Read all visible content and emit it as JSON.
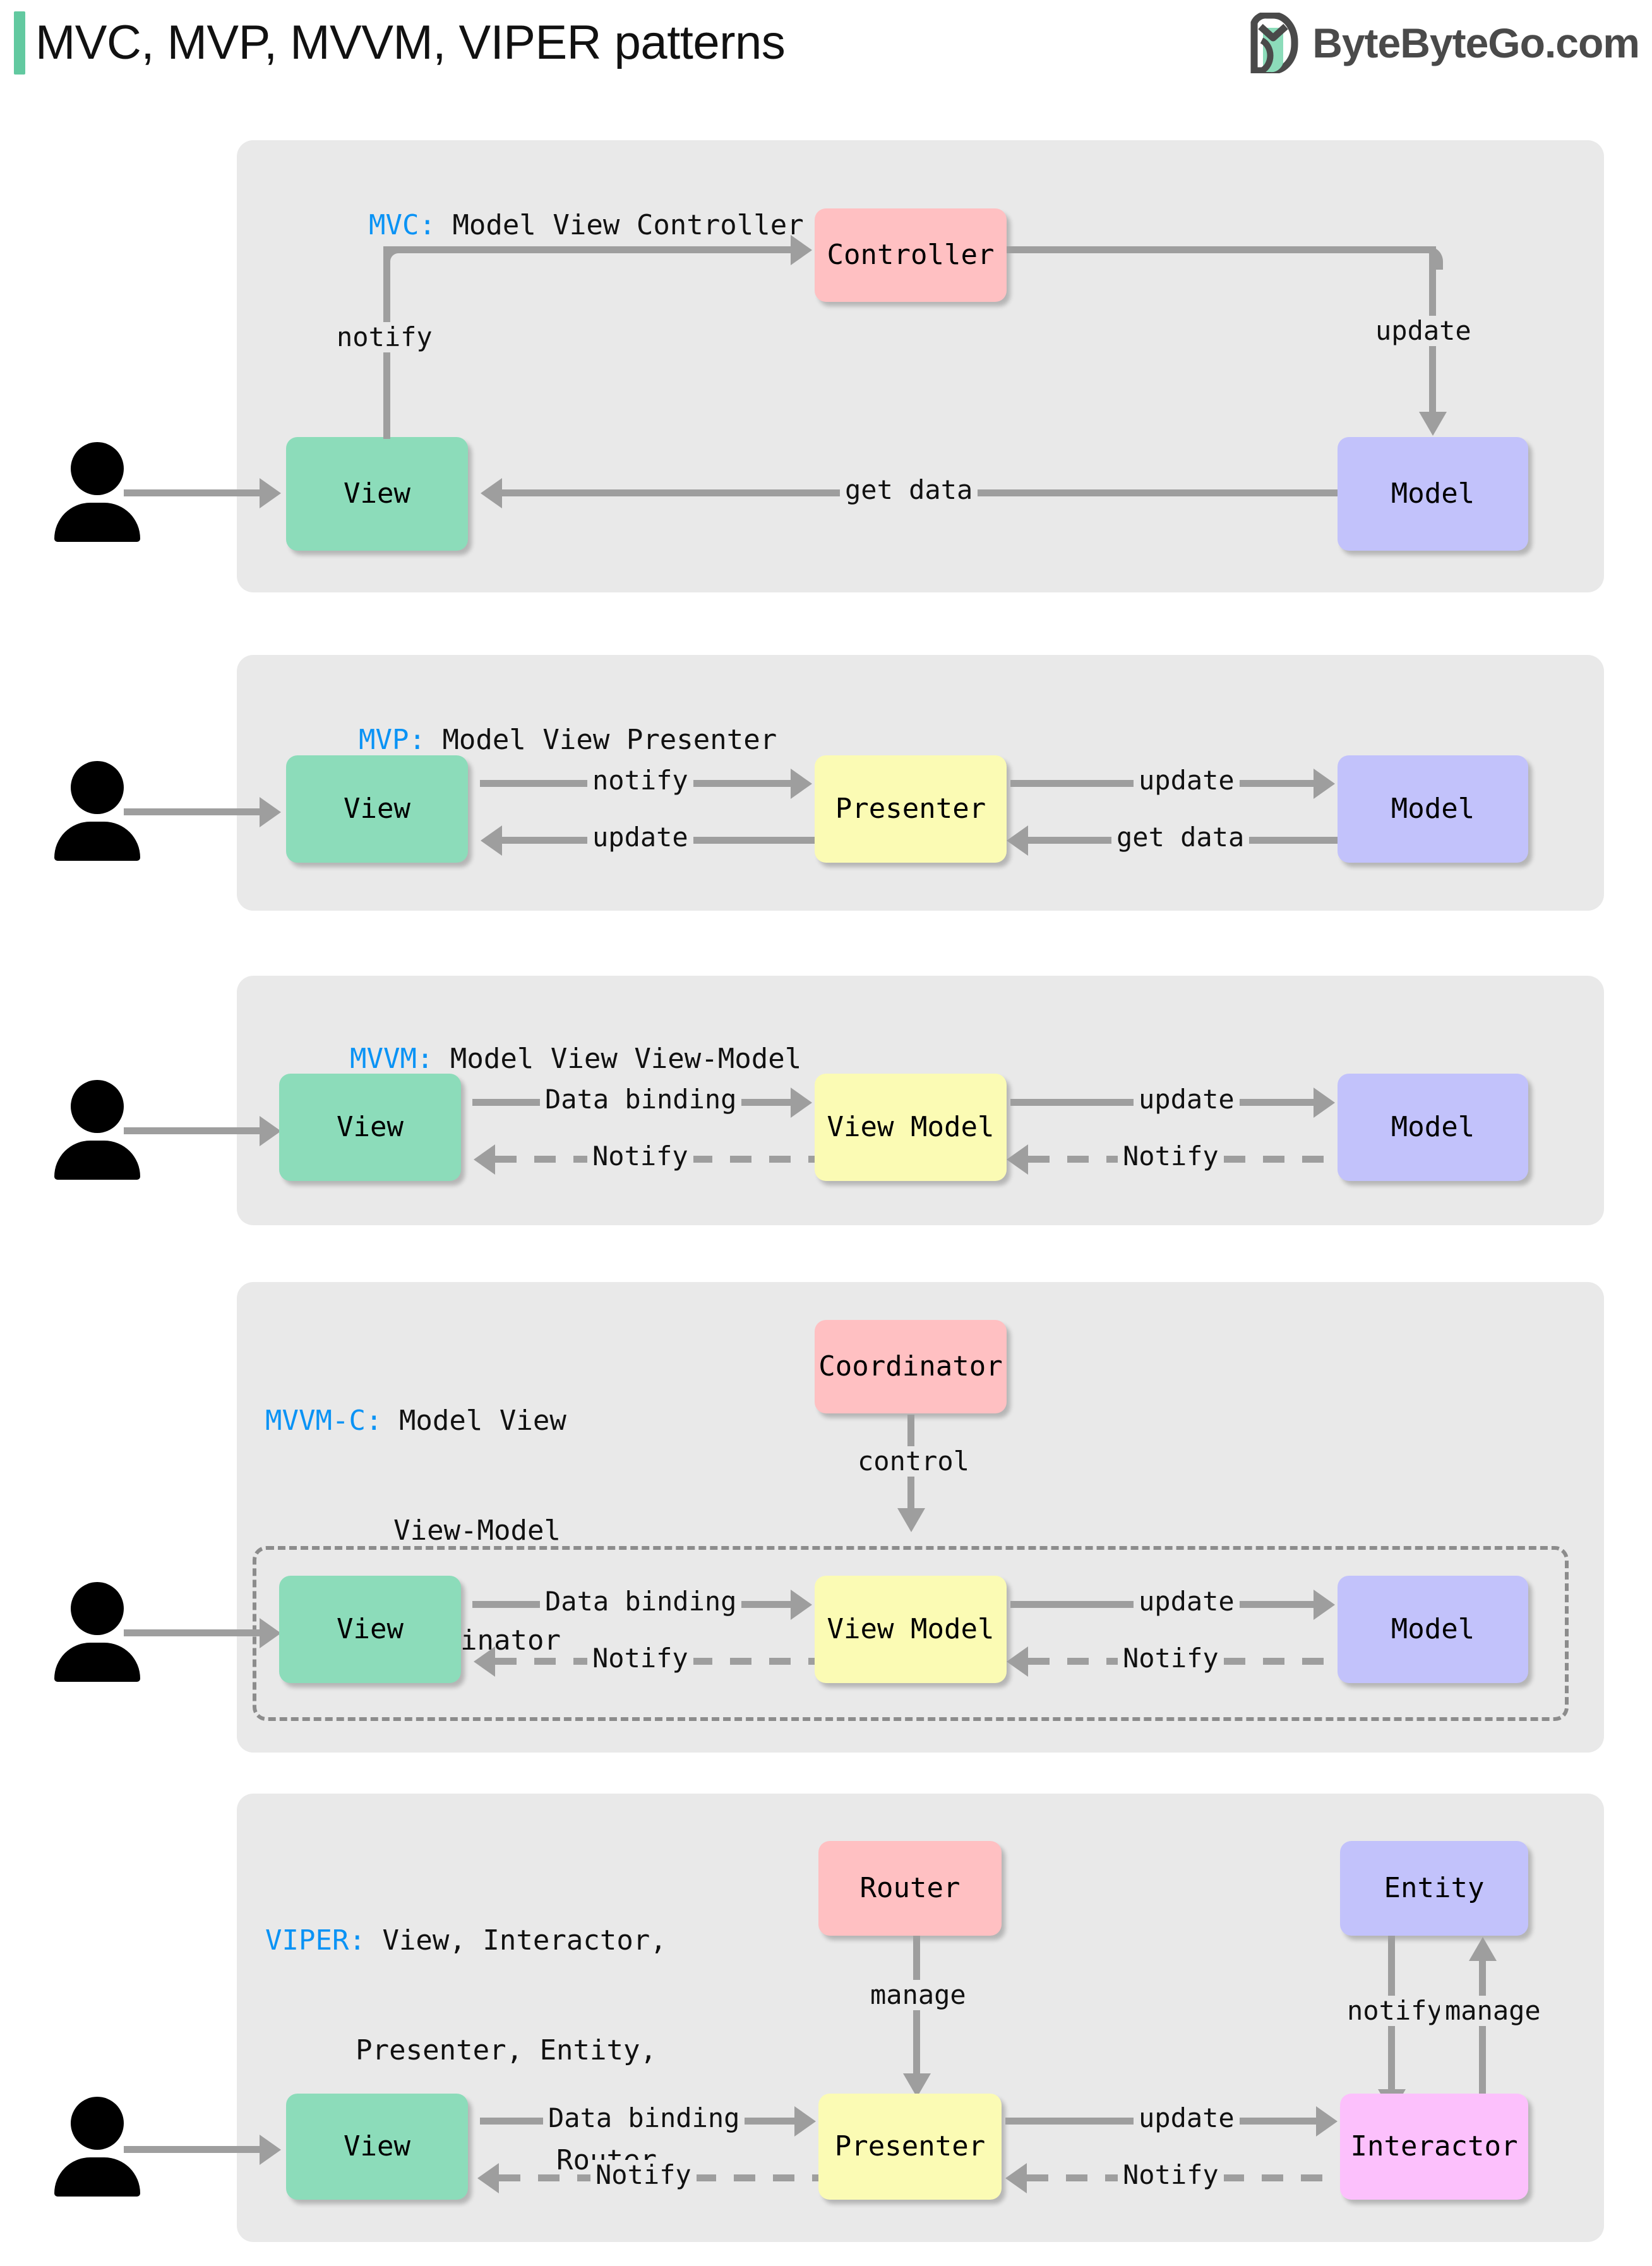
{
  "header": {
    "title": "MVC, MVP, MVVM, VIPER patterns",
    "brand": "ByteByteGo.com",
    "accent_color": "#62c9a0",
    "logo_name": "bytebytego-logo"
  },
  "colors": {
    "panel_bg": "#e9e9e9",
    "view_green": "#8cdcba",
    "controller_pink": "#ffc0c2",
    "presenter_yellow": "#fbfbb4",
    "model_purple": "#c2c2fb",
    "interactor_magenta": "#fcc0fc",
    "connector_gray": "#9e9e9e",
    "label_blue": "#0a93f5"
  },
  "sections": [
    {
      "key": "MVC:",
      "title_lines": [
        "Model View Controller"
      ],
      "nodes": {
        "view": "View",
        "controller": "Controller",
        "model": "Model"
      },
      "edges": {
        "notify": "notify",
        "update": "update",
        "get_data": "get data"
      }
    },
    {
      "key": "MVP:",
      "title_lines": [
        "Model View Presenter"
      ],
      "nodes": {
        "view": "View",
        "presenter": "Presenter",
        "model": "Model"
      },
      "edges": {
        "notify": "notify",
        "update_back": "update",
        "update": "update",
        "get_data": "get data"
      }
    },
    {
      "key": "MVVM:",
      "title_lines": [
        "Model View View-Model"
      ],
      "nodes": {
        "view": "View",
        "view_model": "View Model",
        "model": "Model"
      },
      "edges": {
        "data_binding": "Data binding",
        "notify_left": "Notify",
        "update": "update",
        "notify_right": "Notify"
      }
    },
    {
      "key": "MVVM-C:",
      "title_lines": [
        "Model View",
        "View-Model",
        "Coordinator"
      ],
      "nodes": {
        "coordinator": "Coordinator",
        "view": "View",
        "view_model": "View Model",
        "model": "Model"
      },
      "edges": {
        "control": "control",
        "data_binding": "Data binding",
        "notify_left": "Notify",
        "update": "update",
        "notify_right": "Notify"
      }
    },
    {
      "key": "VIPER:",
      "title_lines": [
        "View, Interactor,",
        "Presenter, Entity,",
        "Router"
      ],
      "nodes": {
        "router": "Router",
        "entity": "Entity",
        "view": "View",
        "presenter": "Presenter",
        "interactor": "Interactor"
      },
      "edges": {
        "manage_router": "manage",
        "notify_entity": "notify",
        "manage_entity": "manage",
        "data_binding": "Data binding",
        "notify_left": "Notify",
        "update": "update",
        "notify_right": "Notify"
      }
    }
  ]
}
